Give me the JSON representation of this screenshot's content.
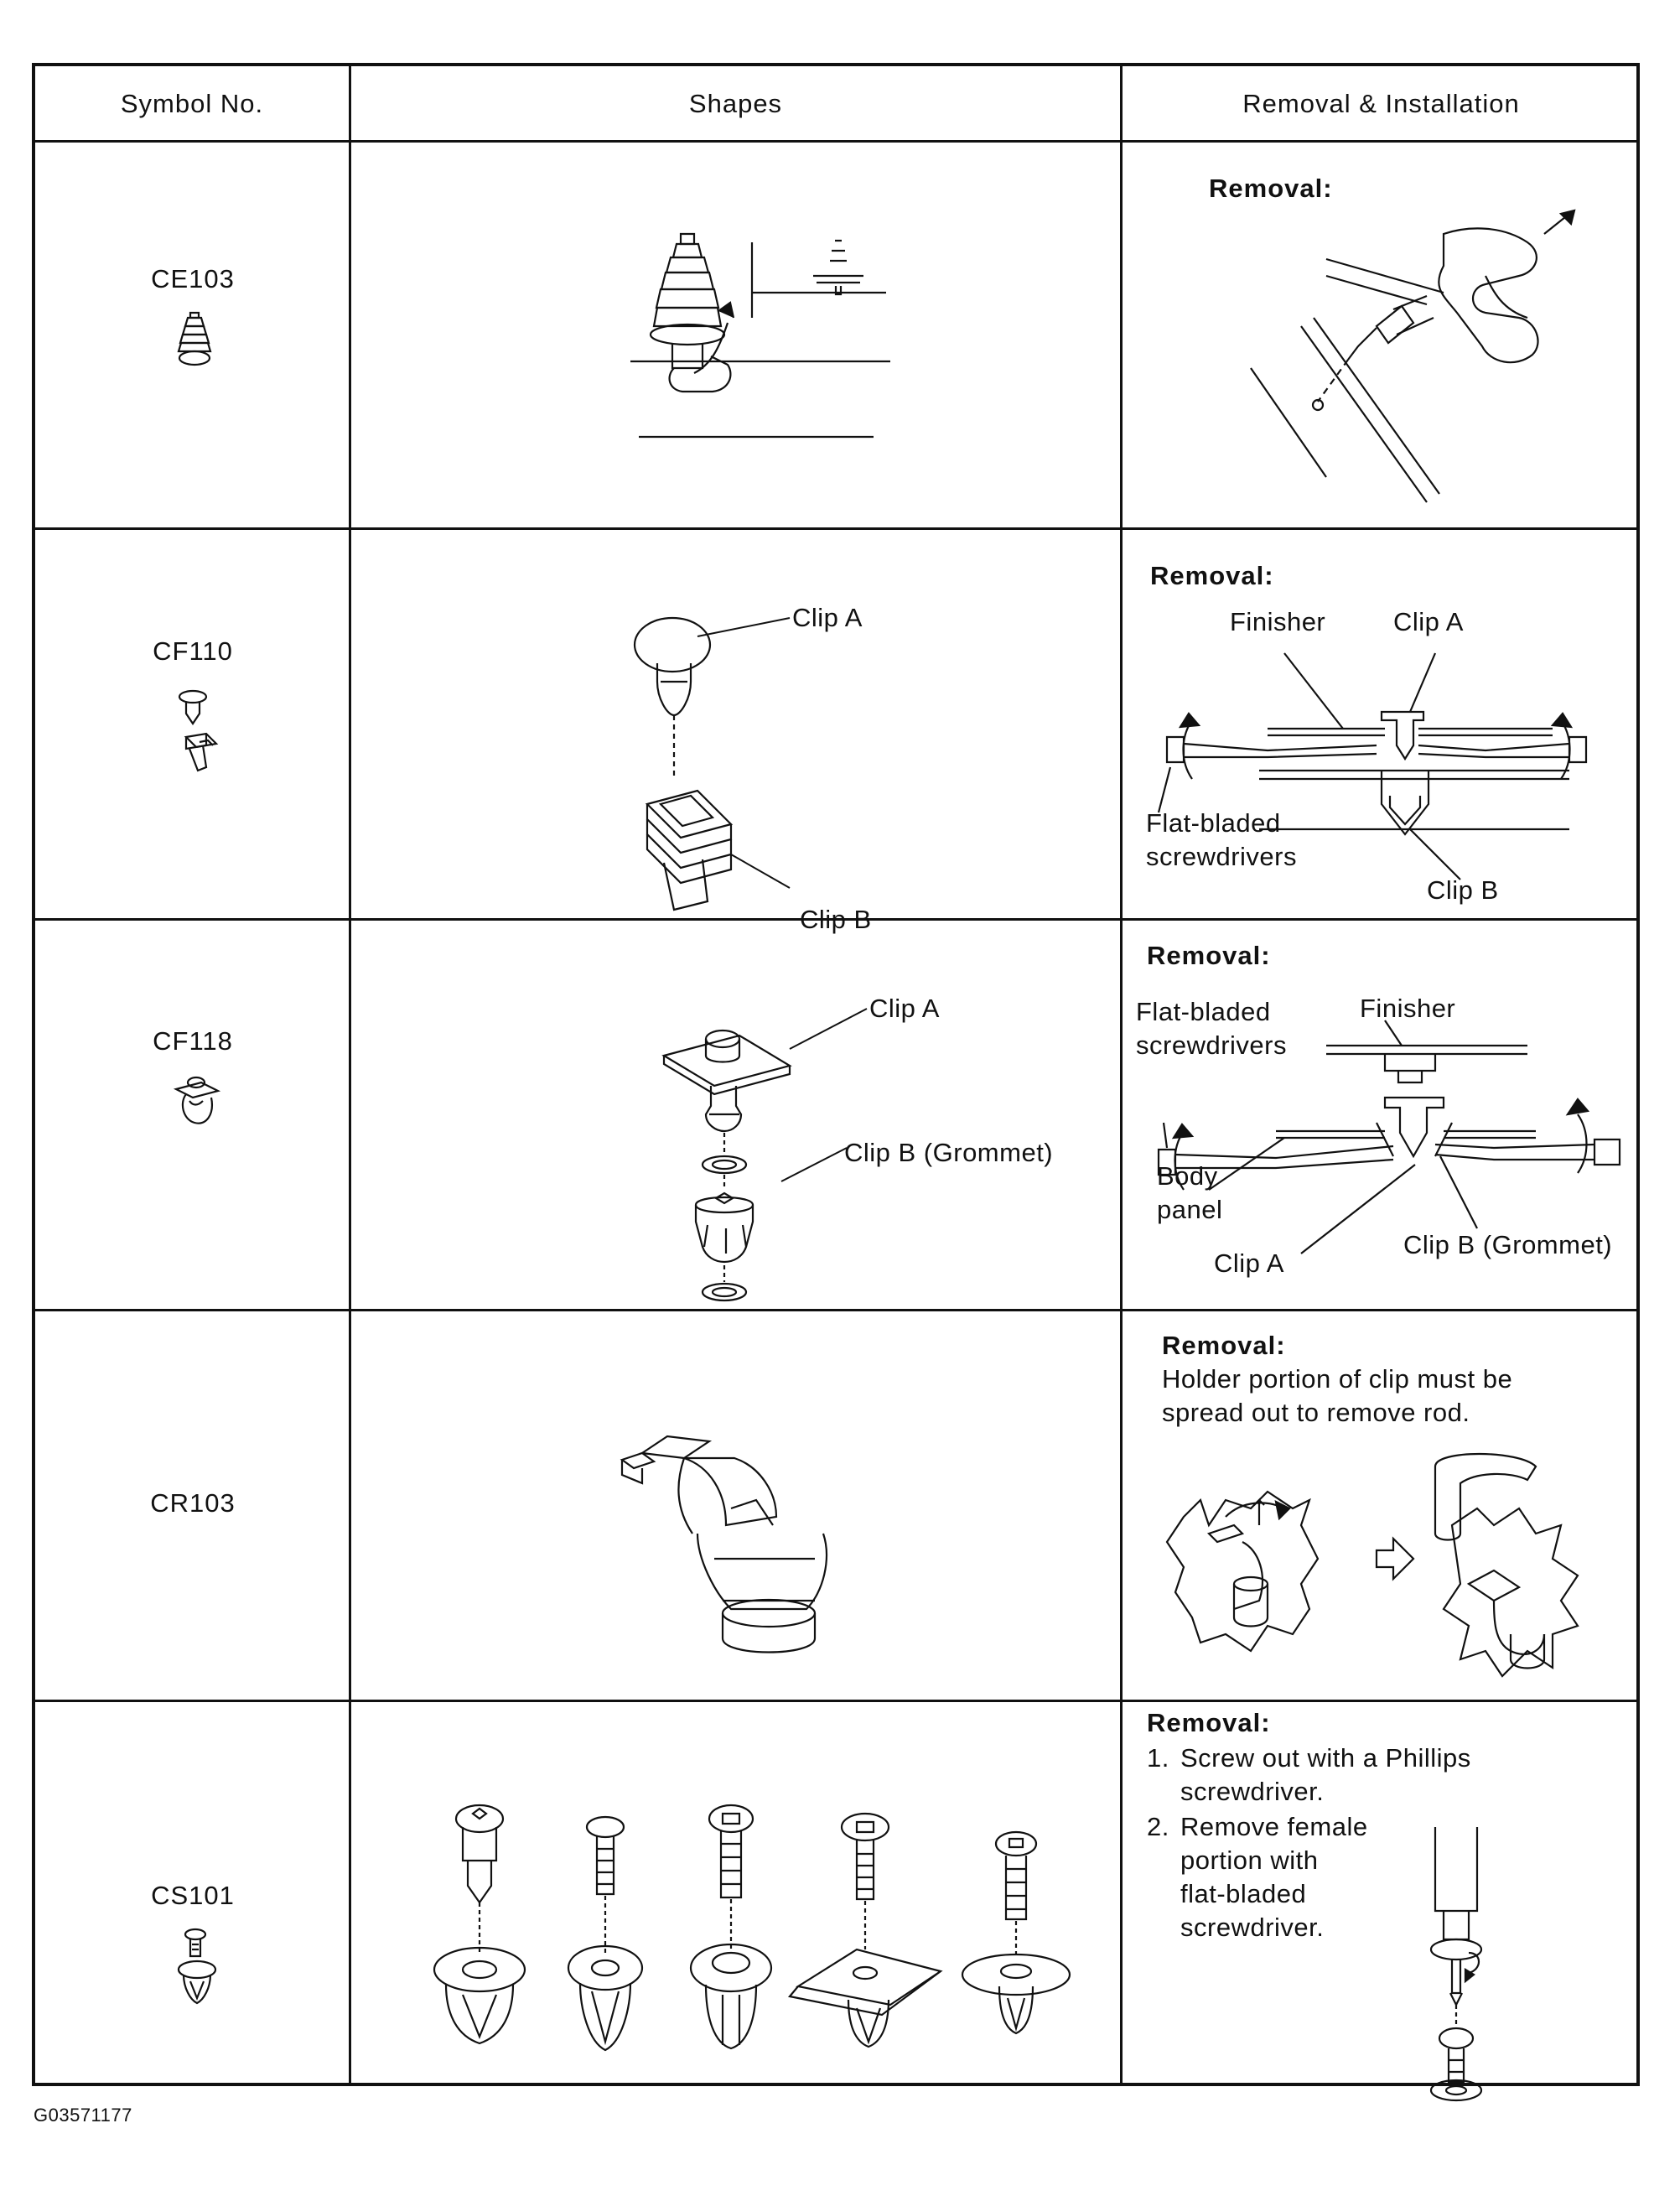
{
  "headers": {
    "symbol": "Symbol No.",
    "shapes": "Shapes",
    "removal": "Removal & Installation"
  },
  "rows": [
    {
      "symbol": "CE103",
      "removal_title": "Removal:"
    },
    {
      "symbol": "CF110",
      "removal_title": "Removal:",
      "shape_labels": [
        "Clip A",
        "Clip B"
      ],
      "removal_labels": [
        "Finisher",
        "Clip A",
        "Flat-bladed",
        "screwdrivers",
        "Clip B"
      ]
    },
    {
      "symbol": "CF118",
      "removal_title": "Removal:",
      "shape_labels": [
        "Clip A",
        "Clip B (Grommet)"
      ],
      "removal_labels": [
        "Flat-bladed",
        "screwdrivers",
        "Finisher",
        "Body",
        "panel",
        "Clip A",
        "Clip B (Grommet)"
      ]
    },
    {
      "symbol": "CR103",
      "removal_title": "Removal:",
      "removal_text_1": "Holder portion of clip must be",
      "removal_text_2": "spread out to remove rod."
    },
    {
      "symbol": "CS101",
      "removal_title": "Removal:",
      "steps": [
        {
          "num": "1.",
          "lines": [
            "Screw out with a Phillips",
            "screwdriver."
          ]
        },
        {
          "num": "2.",
          "lines": [
            "Remove female",
            "portion with",
            "flat-bladed",
            "screwdriver."
          ]
        }
      ]
    }
  ],
  "figure_code": "G03571177"
}
